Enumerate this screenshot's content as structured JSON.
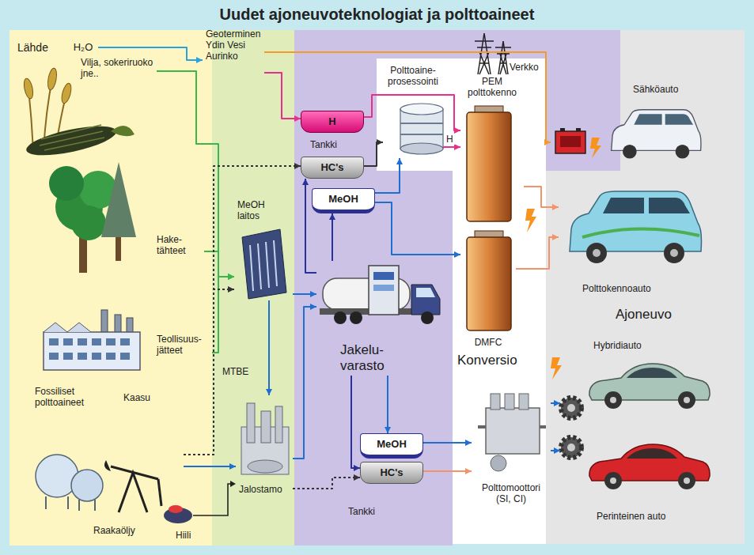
{
  "diagram": {
    "title": "Uudet ajoneuvoteknologiat ja polttoaineet",
    "nodes": [
      {
        "text": [
          "H₂O"
        ]
      },
      {
        "text": [
          "Geoterminen Ydin Vesi Aurinko"
        ]
      },
      {
        "text": [
          "Vilja, sokeriruoko jne.."
        ]
      },
      {
        "text": [
          "Hake- tähteet"
        ]
      },
      {
        "text": [
          "Teollisuus- jätteet"
        ]
      },
      {
        "text": [
          "Fossiliset polttoaineet"
        ]
      },
      {
        "text": [
          "MeOH laitos"
        ]
      },
      {
        "text": [
          "Jalostamo"
        ]
      },
      {
        "text": [
          "H"
        ]
      },
      {
        "text": [
          "HC's"
        ]
      },
      {
        "text": [
          "MeOH"
        ]
      },
      {
        "text": [
          "Polttoaine- prosessointi"
        ]
      },
      {
        "text": [
          "PEM polttokenno"
        ]
      },
      {
        "text": [
          "DMFC"
        ]
      },
      {
        "text": [
          "Jakelu- varasto"
        ]
      },
      {
        "text": [
          "MeOH"
        ]
      },
      {
        "text": [
          "HC's"
        ]
      },
      {
        "text": [
          "Polttomoottori (SI, CI)"
        ]
      },
      {
        "text": [
          "Sähköauto"
        ]
      },
      {
        "text": [
          "Polttokennoauto"
        ]
      },
      {
        "text": [
          "Hybridiauto"
        ]
      },
      {
        "text": [
          "Perinteinen auto"
        ]
      }
    ],
    "edges": [
      {
        "from": 0,
        "to": 1,
        "arrow": "to"
      },
      {
        "from": 1,
        "to": 8,
        "arrow": "to"
      },
      {
        "from": 1,
        "to": 18,
        "arrow": "to"
      },
      {
        "from": 2,
        "to": 6,
        "arrow": "to"
      },
      {
        "from": 3,
        "to": 6,
        "arrow": "to"
      },
      {
        "from": 4,
        "to": 6,
        "arrow": "to"
      },
      {
        "from": 5,
        "to": 9,
        "arrow": "to"
      },
      {
        "from": 5,
        "to": 6,
        "arrow": "to"
      },
      {
        "from": 5,
        "to": 7,
        "arrow": "to"
      },
      {
        "from": 6,
        "to": 7,
        "label": "MTBE",
        "arrow": "to"
      },
      {
        "from": 6,
        "to": 14,
        "arrow": "to"
      },
      {
        "from": 7,
        "to": 14,
        "arrow": "to"
      },
      {
        "from": 14,
        "to": 9,
        "arrow": "to"
      },
      {
        "from": 14,
        "to": 10,
        "arrow": "to"
      },
      {
        "from": 9,
        "to": 11,
        "arrow": "to"
      },
      {
        "from": 10,
        "to": 11,
        "arrow": "to"
      },
      {
        "from": 10,
        "to": 13,
        "arrow": "to"
      },
      {
        "from": 8,
        "to": 12,
        "arrow": "to"
      },
      {
        "from": 11,
        "to": 12,
        "label": "H",
        "arrow": "to"
      },
      {
        "from": 12,
        "to": 19,
        "arrow": "to"
      },
      {
        "from": 13,
        "to": 19,
        "arrow": "to"
      },
      {
        "from": 14,
        "to": 15,
        "arrow": "to"
      },
      {
        "from": 14,
        "to": 16,
        "arrow": "to"
      },
      {
        "from": 7,
        "to": 16,
        "arrow": "to"
      },
      {
        "from": 15,
        "to": 17,
        "arrow": "to"
      },
      {
        "from": 16,
        "to": 17,
        "arrow": "to"
      },
      {
        "from": 17,
        "to": 20,
        "arrow": "to"
      },
      {
        "from": 17,
        "to": 21,
        "arrow": "to"
      }
    ],
    "labels": [
      "Lähde",
      "Verkko",
      "Kaasu",
      "Raakaöljy",
      "Hiili",
      "Tankki",
      "Tankki",
      "Konversio",
      "Ajoneuvo"
    ]
  }
}
